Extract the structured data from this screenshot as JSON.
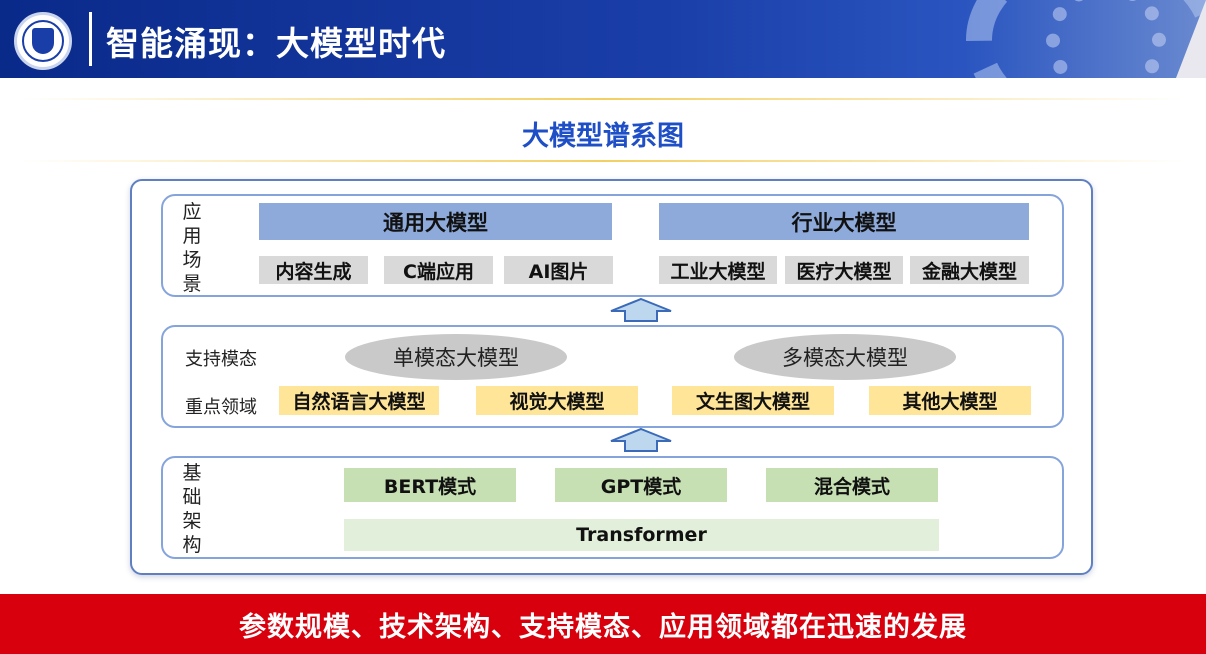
{
  "header": {
    "title": "智能涌现：大模型时代"
  },
  "subtitle": "大模型谱系图",
  "application": {
    "label": [
      "应",
      "用",
      "场",
      "景"
    ],
    "general": {
      "title": "通用大模型",
      "items": [
        "内容生成",
        "C端应用",
        "AI图片"
      ]
    },
    "industry": {
      "title": "行业大模型",
      "items": [
        "工业大模型",
        "医疗大模型",
        "金融大模型"
      ]
    }
  },
  "modality": {
    "support_label": "支持模态",
    "focus_label": "重点领域",
    "modes": [
      "单模态大模型",
      "多模态大模型"
    ],
    "domains": [
      "自然语言大模型",
      "视觉大模型",
      "文生图大模型",
      "其他大模型"
    ]
  },
  "foundation": {
    "label": [
      "基",
      "础",
      "架",
      "构"
    ],
    "modes": [
      "BERT模式",
      "GPT模式",
      "混合模式"
    ],
    "base": "Transformer"
  },
  "banner": "参数规模、技术架构、支持模态、应用领域都在迅速的发展",
  "colors": {
    "header_blue": "#1a3ea8",
    "title_blue": "#1f4fc6",
    "banner_red": "#d9000d",
    "box_blue": "#8eaadb",
    "box_gray": "#d9d9d9",
    "box_yellow": "#ffe598",
    "box_green": "#c6e0b4",
    "arrow_fill": "#bdd7ee"
  }
}
